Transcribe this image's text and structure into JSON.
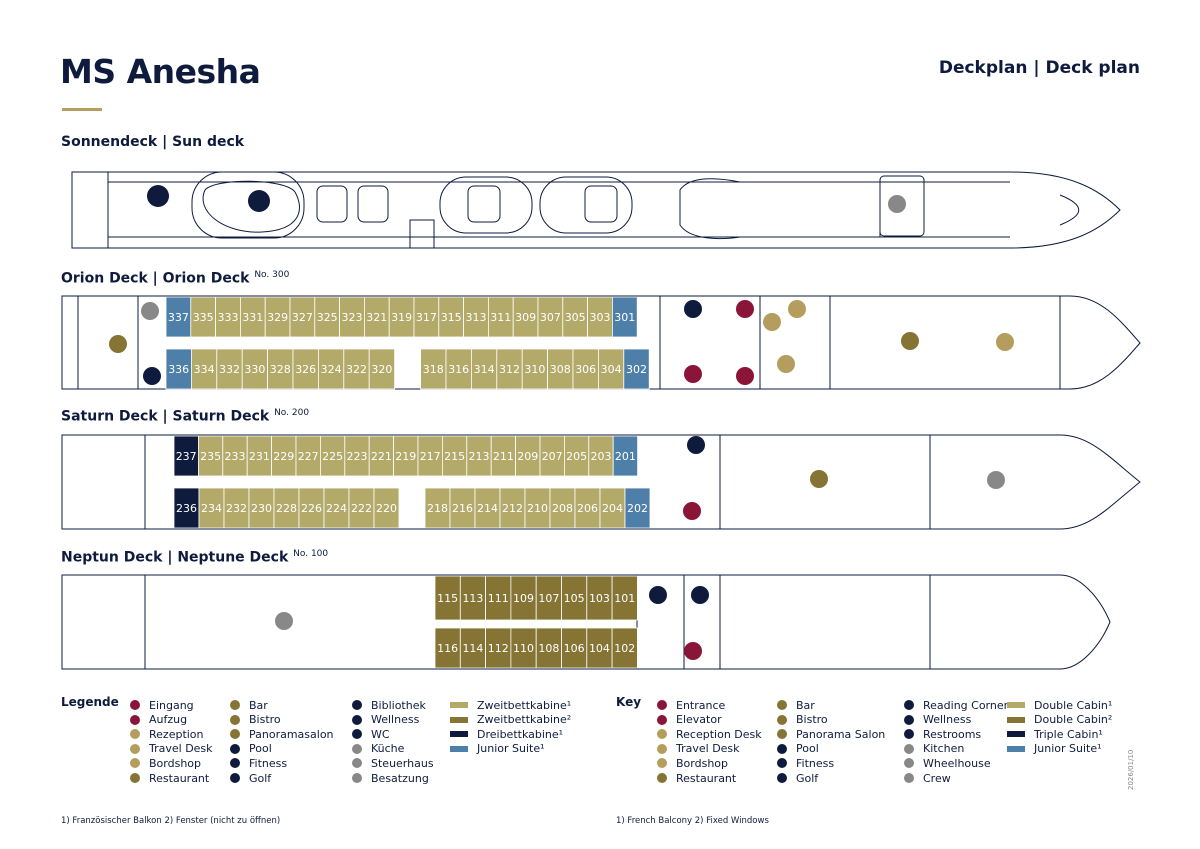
{
  "header": {
    "title": "MS Anesha",
    "subtitle": "Deckplan | Deck plan"
  },
  "decks": {
    "sun": {
      "label": "Sonnendeck | Sun deck"
    },
    "orion": {
      "label": "Orion Deck | Orion Deck",
      "no": "No. 300",
      "top": [
        "337",
        "335",
        "333",
        "331",
        "329",
        "327",
        "325",
        "323",
        "321",
        "319",
        "317",
        "315",
        "313",
        "311",
        "309",
        "307",
        "305",
        "303",
        "301"
      ],
      "bottom": [
        "336",
        "334",
        "332",
        "330",
        "328",
        "326",
        "324",
        "322",
        "320",
        "318",
        "316",
        "314",
        "312",
        "310",
        "308",
        "306",
        "304",
        "302"
      ]
    },
    "saturn": {
      "label": "Saturn Deck | Saturn Deck",
      "no": "No. 200",
      "top": [
        "237",
        "235",
        "233",
        "231",
        "229",
        "227",
        "225",
        "223",
        "221",
        "219",
        "217",
        "215",
        "213",
        "211",
        "209",
        "207",
        "205",
        "203",
        "201"
      ],
      "bottom": [
        "236",
        "234",
        "232",
        "230",
        "228",
        "226",
        "224",
        "222",
        "220",
        "218",
        "216",
        "214",
        "212",
        "210",
        "208",
        "206",
        "204",
        "202"
      ]
    },
    "neptun": {
      "label": "Neptun Deck | Neptune Deck",
      "no": "No. 100",
      "top": [
        "115",
        "113",
        "111",
        "109",
        "107",
        "105",
        "103",
        "101"
      ],
      "bottom": [
        "116",
        "114",
        "112",
        "110",
        "108",
        "106",
        "104",
        "102"
      ]
    }
  },
  "colors": {
    "navy": "#0e1b3d",
    "double": "#b3aa6a",
    "double2": "#857433",
    "triple": "#0e1b3d",
    "suite": "#4d7fa8",
    "red": "#8a1538",
    "gold": "#b59e5d"
  },
  "legend": {
    "de_title": "Legende",
    "en_title": "Key",
    "de": [
      [
        "Eingang",
        "Aufzug",
        "Rezeption",
        "Travel Desk",
        "Bordshop",
        "Restaurant"
      ],
      [
        "Bar",
        "Bistro",
        "Panoramasalon",
        "Pool",
        "Fitness",
        "Golf"
      ],
      [
        "Bibliothek",
        "Wellness",
        "WC",
        "Küche",
        "Steuerhaus",
        "Besatzung"
      ],
      [
        "Zweitbettkabine¹",
        "Zweitbettkabine²",
        "Dreibettkabine¹",
        "Junior Suite¹"
      ]
    ],
    "en": [
      [
        "Entrance",
        "Elevator",
        "Reception Desk",
        "Travel Desk",
        "Bordshop",
        "Restaurant"
      ],
      [
        "Bar",
        "Bistro",
        "Panorama Salon",
        "Pool",
        "Fitness",
        "Golf"
      ],
      [
        "Reading Corner",
        "Wellness",
        "Restrooms",
        "Kitchen",
        "Wheelhouse",
        "Crew"
      ],
      [
        "Double Cabin¹",
        "Double Cabin²",
        "Triple Cabin¹",
        "Junior Suite¹"
      ]
    ]
  },
  "footnotes": {
    "de": "1) Französischer Balkon    2) Fenster (nicht zu öffnen)",
    "en": "1) French Balcony    2) Fixed Windows"
  },
  "doc_id": "2026/01/10"
}
